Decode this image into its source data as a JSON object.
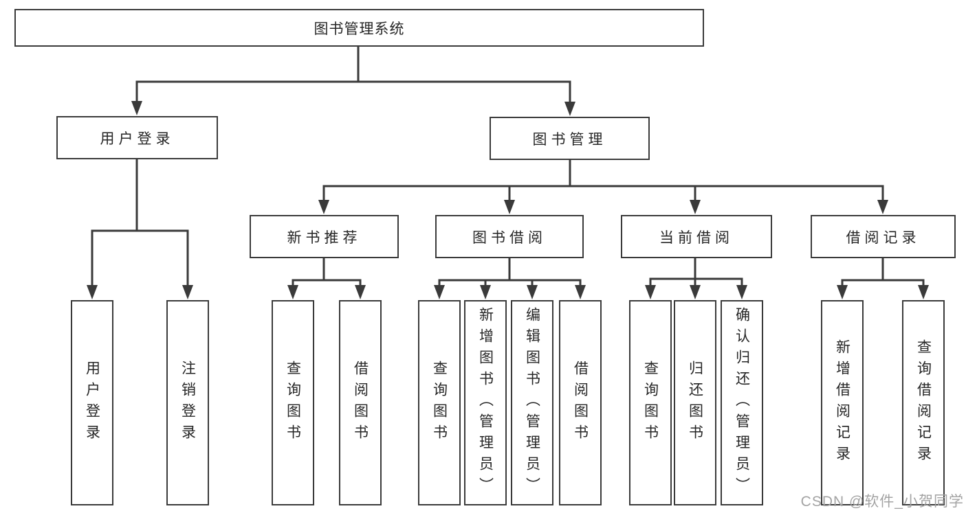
{
  "diagram": {
    "watermark": "CSDN @软件_小贺同学",
    "colors": {
      "line": "#3a3a3a",
      "box_border": "#3a3a3a",
      "text": "#262626",
      "watermark_text": "#a3a3a3",
      "background": "#ffffff"
    },
    "tree": {
      "label": "图书管理系统",
      "children": [
        {
          "label": "用户登录",
          "children": [
            {
              "label": "用户登录"
            },
            {
              "label": "注销登录"
            }
          ]
        },
        {
          "label": "图书管理",
          "children": [
            {
              "label": "新书推荐",
              "children": [
                {
                  "label": "查询图书"
                },
                {
                  "label": "借阅图书"
                }
              ]
            },
            {
              "label": "图书借阅",
              "children": [
                {
                  "label": "查询图书"
                },
                {
                  "label": "新增图书（管理员）"
                },
                {
                  "label": "编辑图书（管理员）"
                },
                {
                  "label": "借阅图书"
                }
              ]
            },
            {
              "label": "当前借阅",
              "children": [
                {
                  "label": "查询图书"
                },
                {
                  "label": "归还图书"
                },
                {
                  "label": "确认归还（管理员）"
                }
              ]
            },
            {
              "label": "借阅记录",
              "children": [
                {
                  "label": "新增借阅记录"
                },
                {
                  "label": "查询借阅记录"
                }
              ]
            }
          ]
        }
      ]
    }
  }
}
